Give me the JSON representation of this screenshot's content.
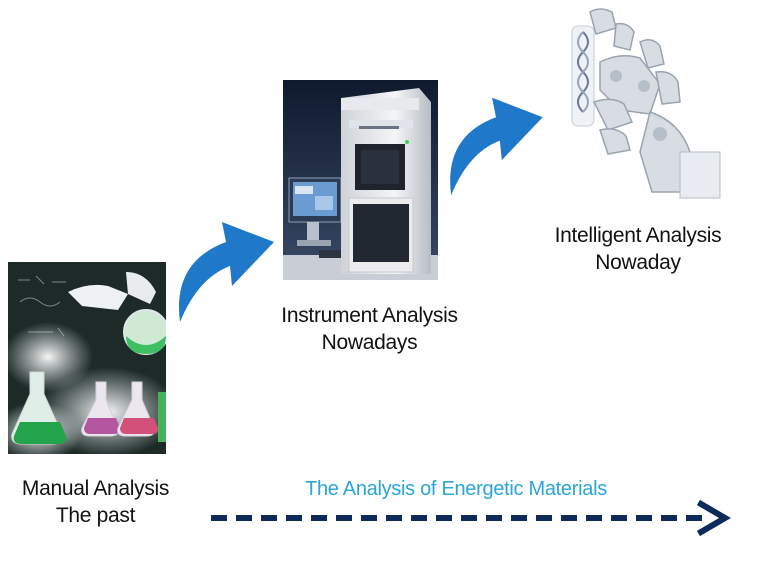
{
  "stages": [
    {
      "line1": "Manual Analysis",
      "line2": "The past",
      "image": "chemistry-lab-flasks"
    },
    {
      "line1": "Instrument Analysis",
      "line2": "Nowadays",
      "image": "laboratory-instrument"
    },
    {
      "line1": "Intelligent Analysis",
      "line2": "Nowaday",
      "image": "robot-hand-dna"
    }
  ],
  "timeline": {
    "label": "The Analysis of Energetic Materials"
  },
  "colors": {
    "curved_arrow": "#1f78c8",
    "timeline_arrow": "#0d2a5a",
    "timeline_label": "#2aa6d8"
  },
  "icons": [
    "curved-arrow-icon",
    "dashed-arrow-icon"
  ]
}
